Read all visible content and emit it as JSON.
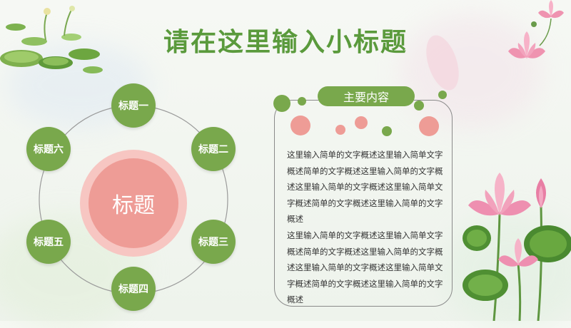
{
  "slide": {
    "title": "请在这里输入小标题",
    "center_label": "标题",
    "nodes": [
      "标题一",
      "标题二",
      "标题三",
      "标题四",
      "标题五",
      "标题六"
    ],
    "panel": {
      "header": "主要内容",
      "paragraphs": [
        "这里输入简单的文字概述这里输入简单文字概述简单的文字概述这里输入简单的文字概述这里输入简单的文字概述这里输入简单文字概述简单的文字概述这里输入简单的文字概述",
        "这里输入简单的文字概述这里输入简单文字概述简单的文字概述这里输入简单的文字概述这里输入简单的文字概述这里输入简单文字概述简单的文字概述这里输入简单的文字概述"
      ]
    }
  },
  "colors": {
    "title_green": "#5a9a3c",
    "node_green": "#79a84c",
    "center_pink": "#ee9c96",
    "center_ring": "#f7c6c2",
    "dot_pink": "#ee9c96"
  },
  "decor": {
    "top_left": "lotus-leaves-illustration",
    "top_right": "lotus-flowers-illustration",
    "bottom_right": "lotus-pond-illustration"
  }
}
